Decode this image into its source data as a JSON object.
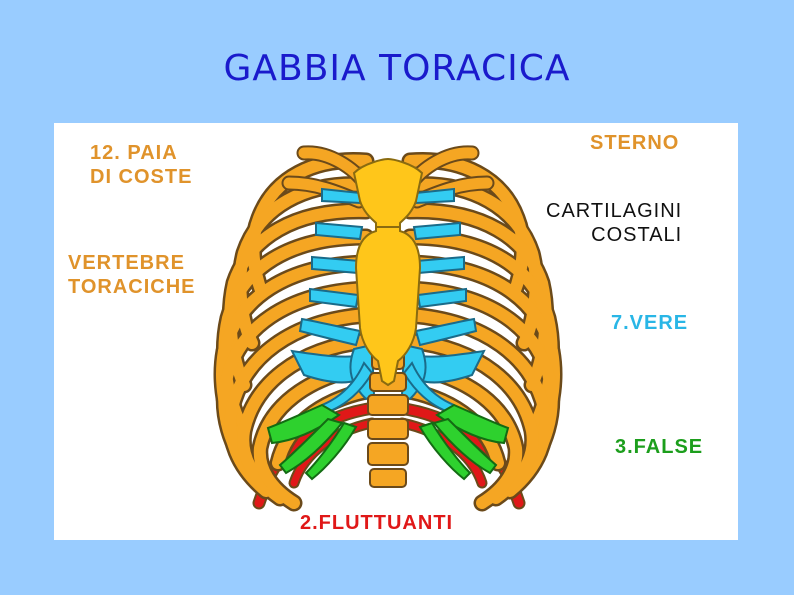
{
  "title": "GABBIA TORACICA",
  "labels": {
    "pairs_line1": "12. PAIA",
    "pairs_line2": "DI COSTE",
    "sterno": "STERNO",
    "cartilagini_line1": "CARTILAGINI",
    "cartilagini_line2": "COSTALI",
    "vertebre_line1": "VERTEBRE",
    "vertebre_line2": "TORACICHE",
    "vere": "7.VERE",
    "false": "3.FALSE",
    "fluttuanti": "2.FLUTTUANTI"
  },
  "colors": {
    "background": "#99ccff",
    "bone": "#f5a623",
    "sternum": "#ffc61a",
    "cartilage_true": "#33ccf2",
    "cartilage_false": "#2ed12e",
    "floating_ribs": "#e01818",
    "outline": "#6b4a1a"
  }
}
